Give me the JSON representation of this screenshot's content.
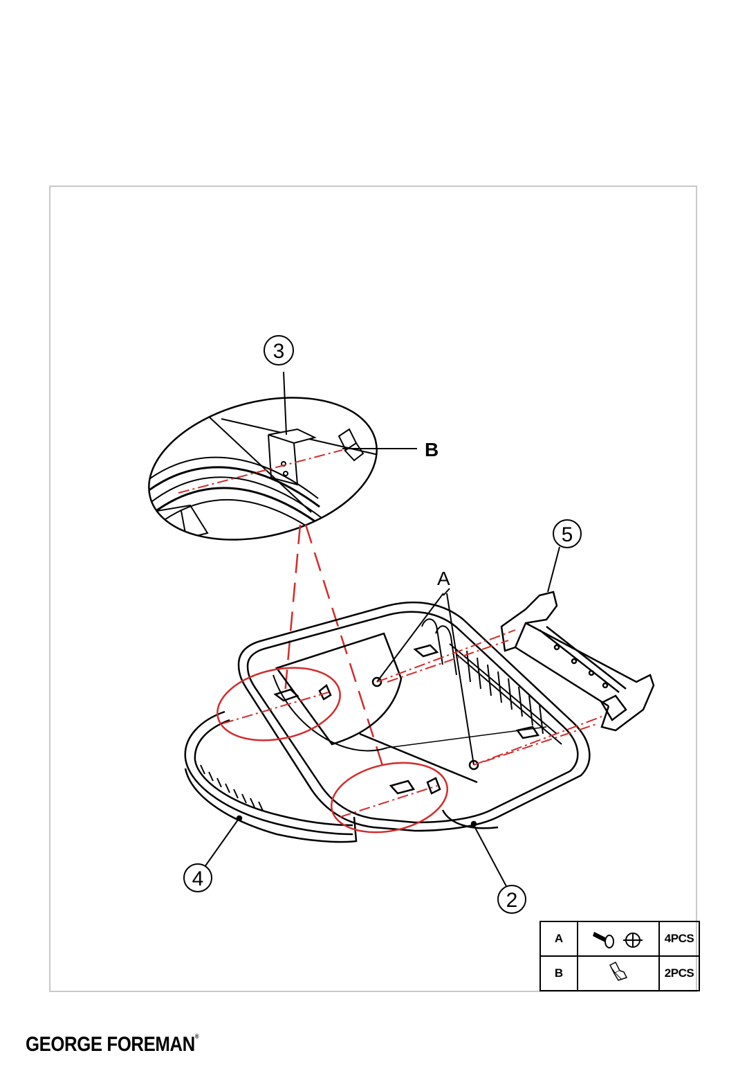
{
  "callouts": {
    "c2": "2",
    "c3": "3",
    "c4": "4",
    "c5": "5"
  },
  "letters": {
    "A": "A",
    "B": "B"
  },
  "parts_table": [
    {
      "letter": "A",
      "icon": "screw-and-washer-icon",
      "qty": "4PCS"
    },
    {
      "letter": "B",
      "icon": "clip-bracket-icon",
      "qty": "2PCS"
    }
  ],
  "brand": "GEORGE FOREMAN",
  "brand_mark": "®",
  "colors": {
    "line": "#000000",
    "highlight": "#d42a2a",
    "frame": "#c8c8c8"
  }
}
